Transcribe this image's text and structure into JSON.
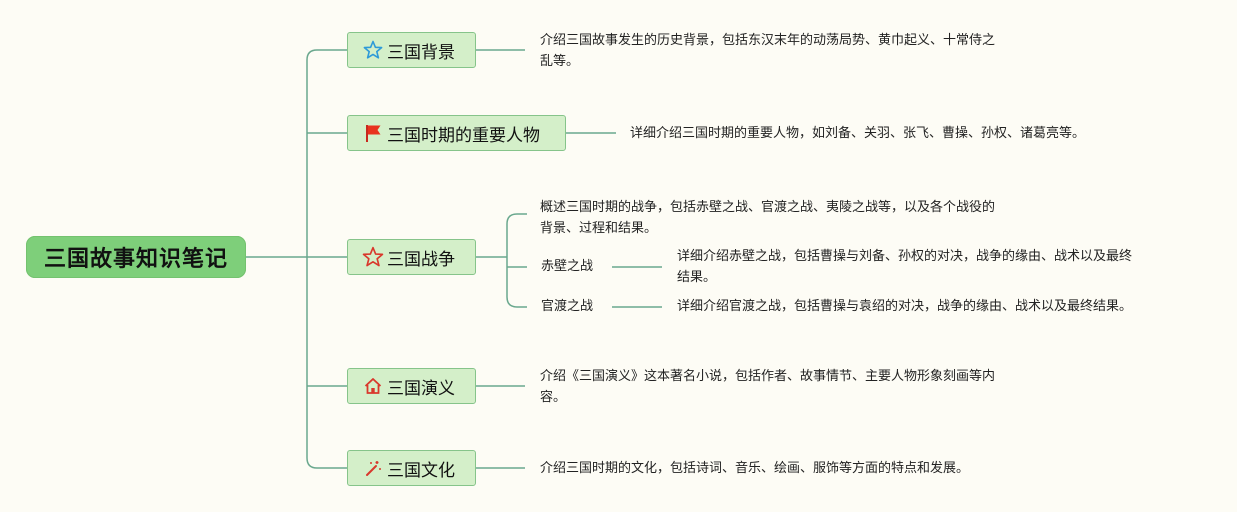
{
  "root": {
    "label": "三国故事知识笔记"
  },
  "topics": [
    {
      "label": "三国背景",
      "icon": "star-outline-blue-icon",
      "note_lines": [
        "介绍三国故事发生的历史背景，包括东汉末年的动荡局势、黄巾起义、十常侍之",
        "乱等。"
      ]
    },
    {
      "label": "三国时期的重要人物",
      "icon": "red-flag-icon",
      "note_lines": [
        "详细介绍三国时期的重要人物，如刘备、关羽、张飞、曹操、孙权、诸葛亮等。"
      ]
    },
    {
      "label": "三国战争",
      "icon": "star-outline-red-icon",
      "note_lines": [
        "概述三国时期的战争，包括赤壁之战、官渡之战、夷陵之战等，以及各个战役的",
        "背景、过程和结果。"
      ],
      "subtopics": [
        {
          "label": "赤壁之战",
          "note_lines": [
            "详细介绍赤壁之战，包括曹操与刘备、孙权的对决，战争的缘由、战术以及最终",
            "结果。"
          ]
        },
        {
          "label": "官渡之战",
          "note_lines": [
            "详细介绍官渡之战，包括曹操与袁绍的对决，战争的缘由、战术以及最终结果。"
          ]
        }
      ]
    },
    {
      "label": "三国演义",
      "icon": "house-icon",
      "note_lines": [
        "介绍《三国演义》这本著名小说，包括作者、故事情节、主要人物形象刻画等内",
        "容。"
      ]
    },
    {
      "label": "三国文化",
      "icon": "magic-wand-icon",
      "note_lines": [
        "介绍三国时期的文化，包括诗词、音乐、绘画、服饰等方面的特点和发展。"
      ]
    }
  ],
  "colors": {
    "root_fill": "#7ecf7a",
    "topic_fill": "#d4efc9",
    "topic_border": "#86c48a",
    "line": "#6aa88e",
    "background": "#fdfcf5"
  }
}
